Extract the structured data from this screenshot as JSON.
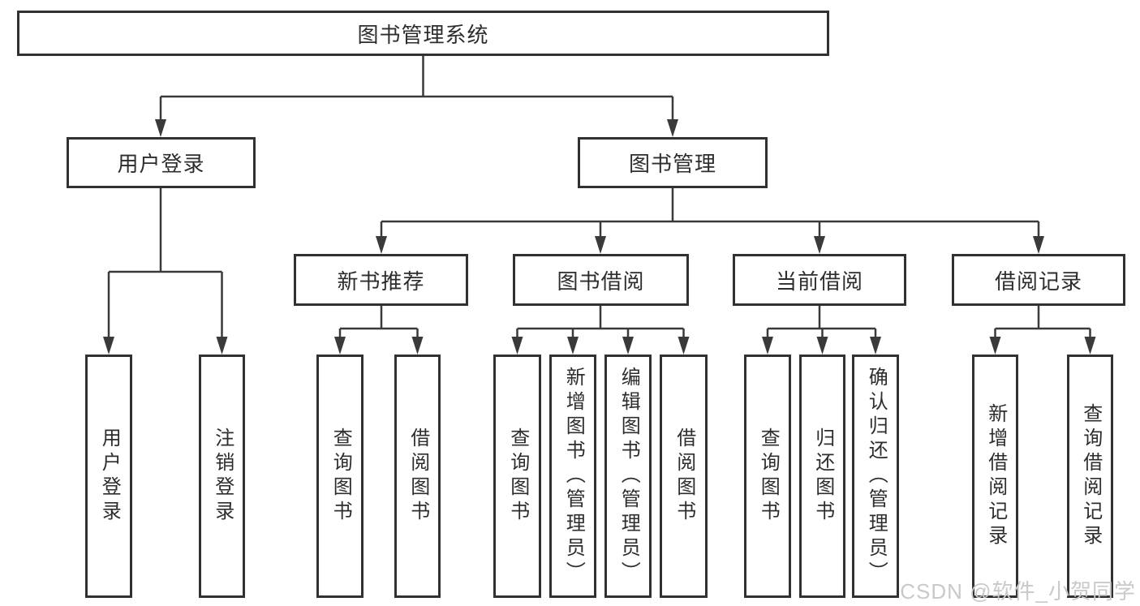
{
  "diagram_type": "functional-structure-tree",
  "tree": {
    "label": "图书管理系统",
    "children": [
      {
        "label": "用户登录",
        "children": [
          {
            "label": "用户登录"
          },
          {
            "label": "注销登录"
          }
        ]
      },
      {
        "label": "图书管理",
        "children": [
          {
            "label": "新书推荐",
            "children": [
              {
                "label": "查询图书"
              },
              {
                "label": "借阅图书"
              }
            ]
          },
          {
            "label": "图书借阅",
            "children": [
              {
                "label": "查询图书"
              },
              {
                "label": "新增图书（管理员）"
              },
              {
                "label": "编辑图书（管理员）"
              },
              {
                "label": "借阅图书"
              }
            ]
          },
          {
            "label": "当前借阅",
            "children": [
              {
                "label": "查询图书"
              },
              {
                "label": "归还图书"
              },
              {
                "label": "确认归还（管理员）"
              }
            ]
          },
          {
            "label": "借阅记录",
            "children": [
              {
                "label": "新增借阅记录"
              },
              {
                "label": "查询借阅记录"
              }
            ]
          }
        ]
      }
    ]
  },
  "watermark": {
    "text": "CSDN @软件_小贺同学",
    "color": "#c9c9c9"
  },
  "colors": {
    "background": "#ffffff",
    "line": "#3a3a3a",
    "box_border": "#313131",
    "text": "#2d2d2d"
  }
}
